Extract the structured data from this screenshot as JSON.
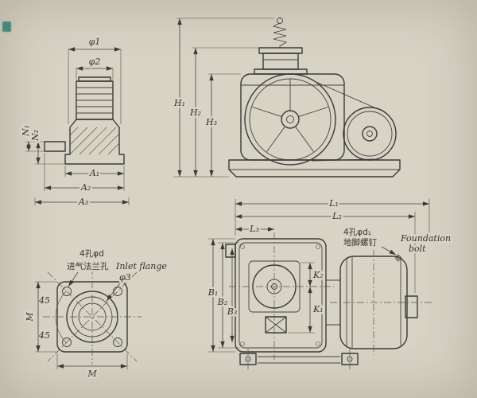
{
  "page": {
    "background": "#d7d3c5",
    "ink": "#3a3a3a"
  },
  "flange_detail": {
    "phi1": "φ1",
    "phi2": "φ2",
    "n1": "N₁",
    "n2": "N₂",
    "a1": "A₁",
    "a2": "A₂",
    "a3": "A₃"
  },
  "side_view": {
    "h1": "H₁",
    "h2": "H₂",
    "h3": "H₃"
  },
  "inlet_flange_view": {
    "holes_note": "4孔φd",
    "label_cn": "进气法兰孔",
    "label_en": "Inlet flange",
    "phi3": "φ3",
    "angle_upper": "45",
    "angle_lower": "45",
    "m_side": "M",
    "m_bottom": "M"
  },
  "plan_view": {
    "l1": "L₁",
    "l2": "L₂",
    "l3": "L₃",
    "b1": "B₁",
    "b2": "B₂",
    "b3": "B₃",
    "k1": "K₁",
    "k2": "K₂",
    "bolt_note_cn1": "4孔φd₁",
    "bolt_note_cn2": "地脚螺钉",
    "bolt_note_en1": "Foundation",
    "bolt_note_en2": "bolt"
  }
}
